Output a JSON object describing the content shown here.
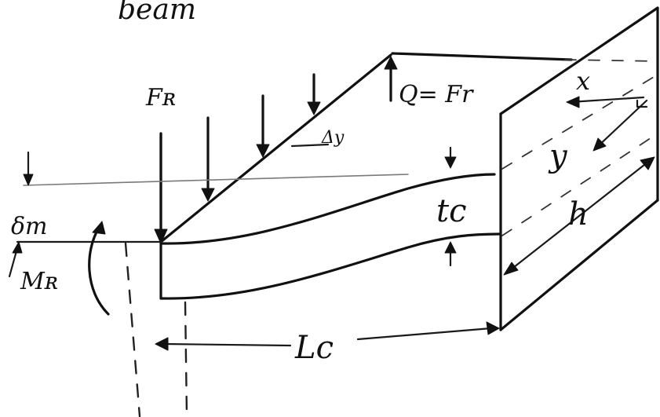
{
  "labels": {
    "title_fragment": "beam",
    "force": "Fʀ",
    "shear": "Q= Fr",
    "delta_y": "Δy",
    "deflection": "δm",
    "moment": "Mʀ",
    "thickness": "tc",
    "x_axis": "x",
    "y_axis": "y",
    "height": "h",
    "length": "Lc"
  }
}
